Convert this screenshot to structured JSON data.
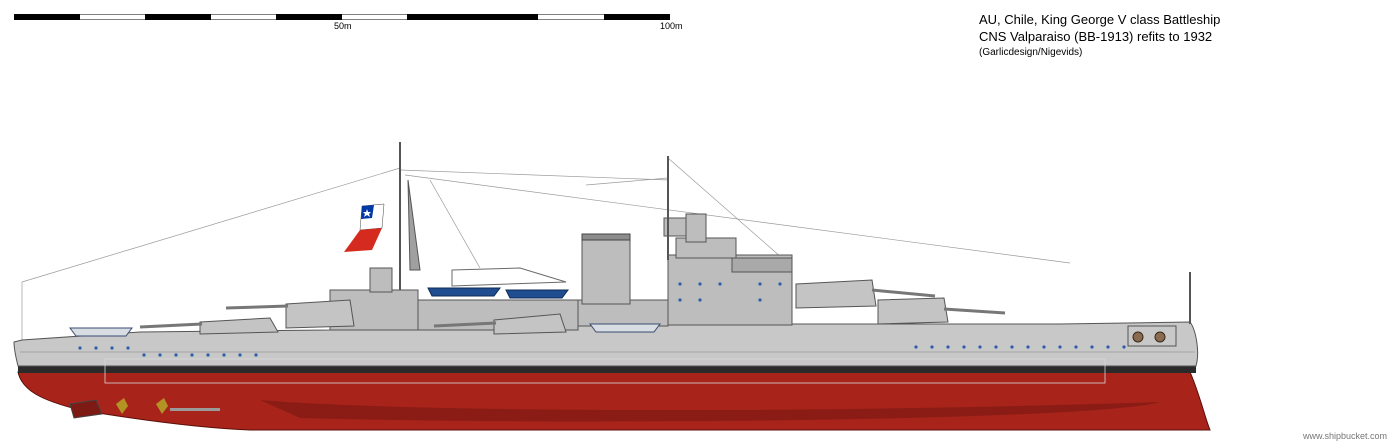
{
  "scale": {
    "label_mid": "50m",
    "label_end": "100m"
  },
  "title": {
    "line1": "AU, Chile, King George V class Battleship",
    "line2": "CNS Valparaiso (BB-1913) refits to 1932",
    "credit": "(Garlicdesign/Nigevids)"
  },
  "watermark": "www.shipbucket.com",
  "colors": {
    "hull_gray": "#c8c8c8",
    "superstructure_gray": "#bdbdbd",
    "boot_top": "#2a2a2a",
    "hull_red": "#a8241b",
    "hull_red_dark": "#7e1a14",
    "porthole": "#2f5ea8",
    "boat_blue": "#1f4d8f",
    "flag_red": "#d52b1e",
    "flag_blue": "#0039a6",
    "propeller": "#b39323"
  }
}
